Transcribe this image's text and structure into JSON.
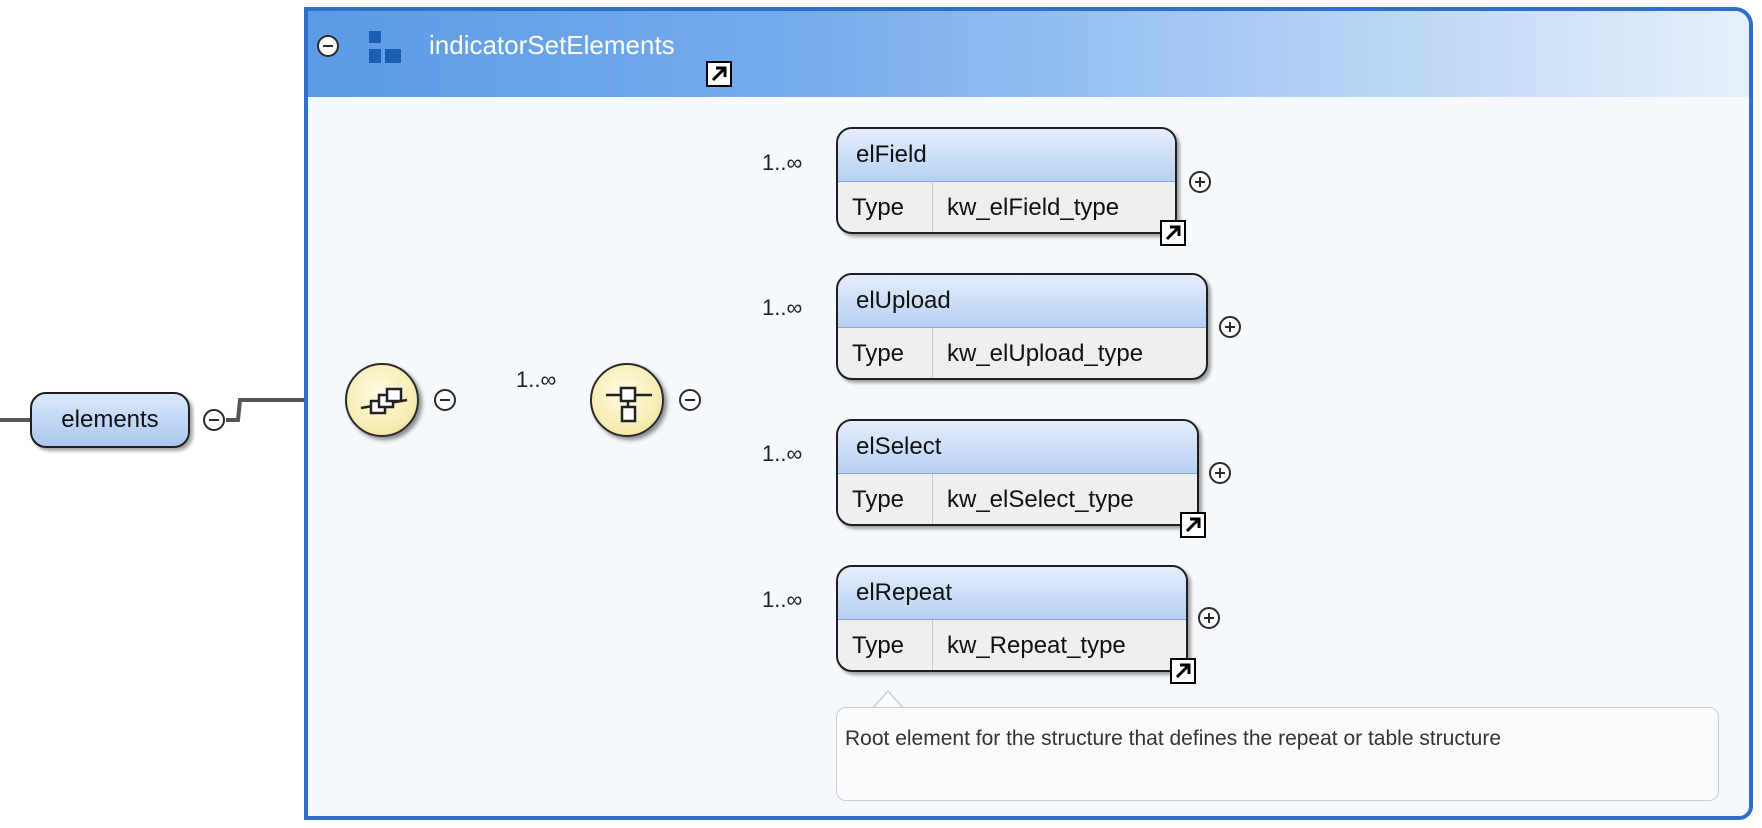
{
  "group": {
    "name": "indicatorSetElements"
  },
  "root_element": {
    "name": "elements"
  },
  "sequence": {
    "occurrence": "1..∞"
  },
  "choice_children_occurrence": "1..∞",
  "children": [
    {
      "name": "elField",
      "type_label": "Type",
      "type": "kw_elField_type",
      "occurrence": "1..∞",
      "has_link": true
    },
    {
      "name": "elUpload",
      "type_label": "Type",
      "type": "kw_elUpload_type",
      "occurrence": "1..∞",
      "has_link": false
    },
    {
      "name": "elSelect",
      "type_label": "Type",
      "type": "kw_elSelect_type",
      "occurrence": "1..∞",
      "has_link": true
    },
    {
      "name": "elRepeat",
      "type_label": "Type",
      "type": "kw_Repeat_type",
      "occurrence": "1..∞",
      "has_link": true
    }
  ],
  "annotation": {
    "text": "Root element for the structure that defines the repeat or table structure"
  },
  "colors": {
    "frame": "#2d6fc9",
    "header_start": "#5b9be6",
    "element_fill": "#a9c7ef",
    "compositor_fill": "#f8eeb8"
  },
  "icons": [
    "collapse-icon",
    "group-icon",
    "link-arrow-icon",
    "sequence-icon",
    "choice-icon",
    "expand-icon"
  ]
}
